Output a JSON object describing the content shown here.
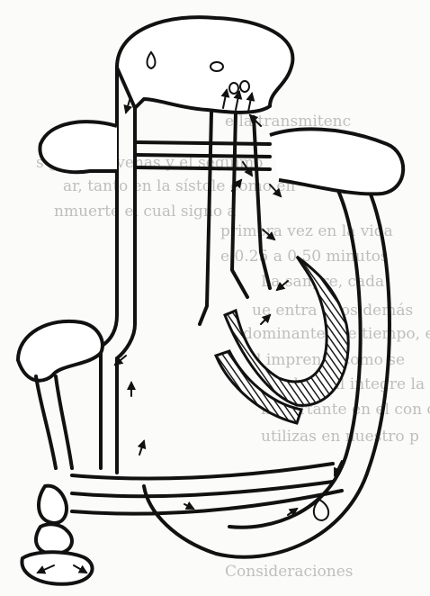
{
  "figure": {
    "background_text": [
      "e la transmitenc",
      "s grandes venas y el seguimo",
      "ar, tanto en la sístole como en",
      "nmuerte el cual signo a",
      "primera vez en la vida",
      "e 0.25 a 0.50 minutos",
      "La sangre, cada",
      "ue entra a los demás",
      "dominantes de tiempo, el ladro",
      "l imprenta como se",
      "la de cual integre la red",
      "importante en el con cuidado",
      "utilizas en nuestro p",
      "Consideraciones"
    ],
    "ink_color": "#111111",
    "hatch_color": "#1a1a1a",
    "ghost_text_color": "#8d8d8d"
  }
}
